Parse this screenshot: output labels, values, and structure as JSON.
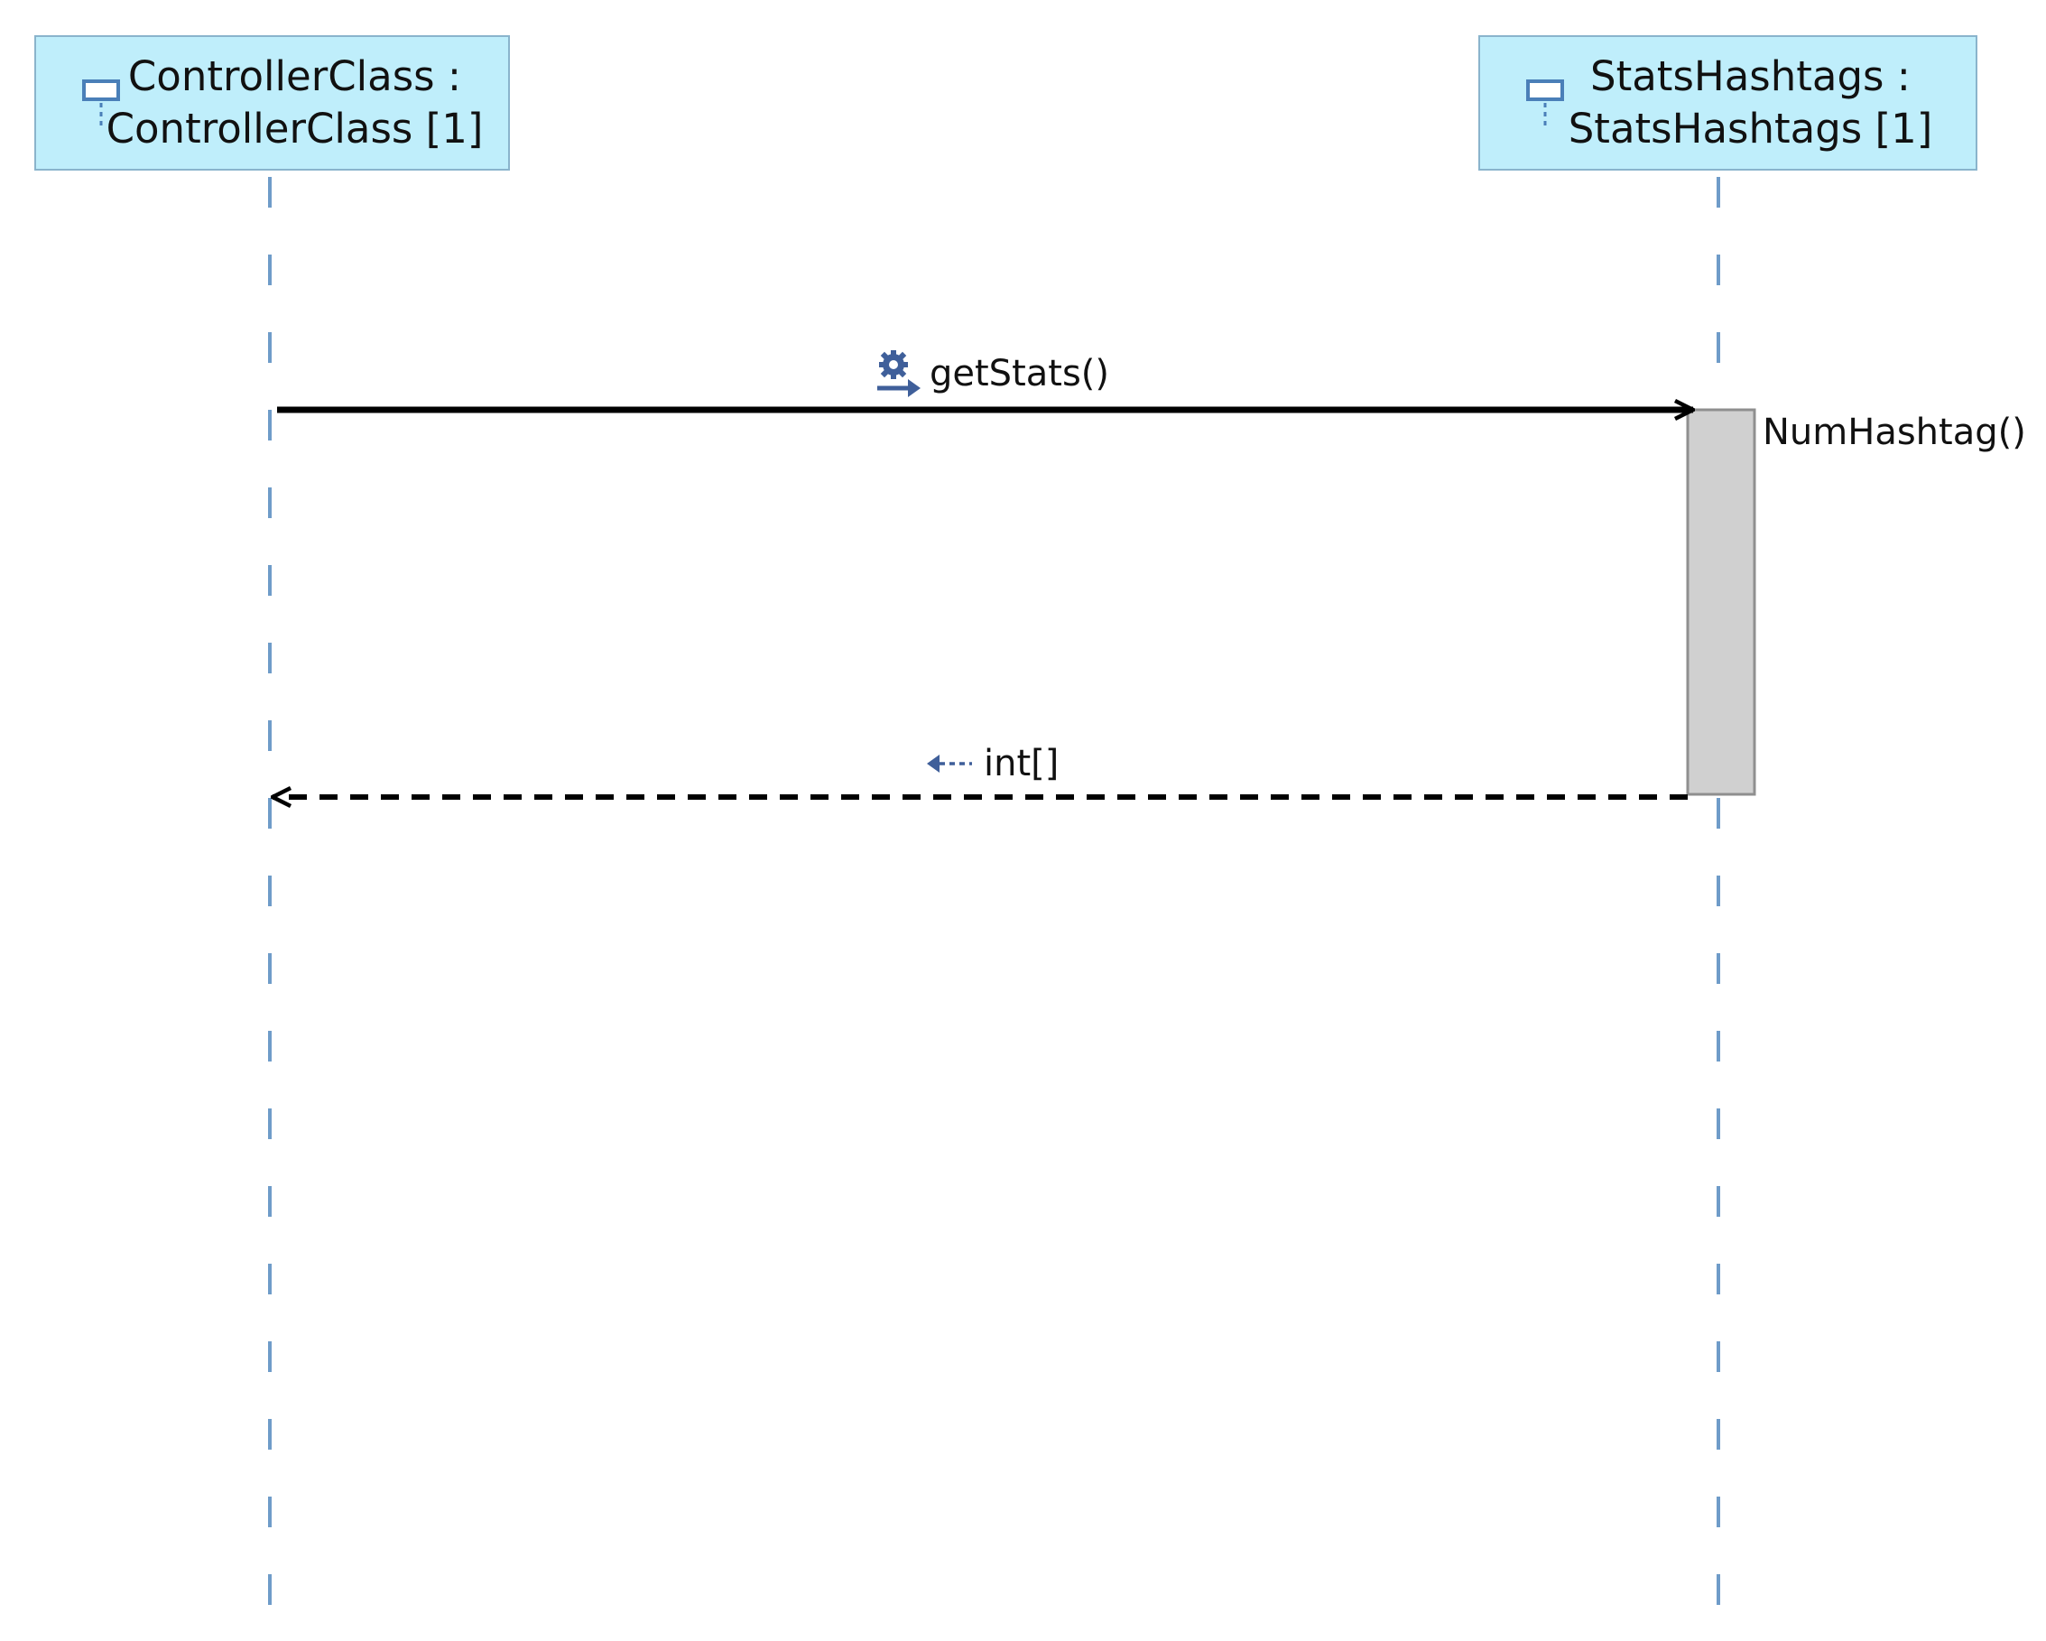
{
  "lifelines": [
    {
      "id": "controller",
      "line1": "ControllerClass :",
      "line2": "ControllerClass [1]",
      "icon": "lifeline-icon"
    },
    {
      "id": "stats",
      "line1": "StatsHashtags :",
      "line2": "StatsHashtags [1]",
      "icon": "lifeline-icon"
    }
  ],
  "messages": {
    "call": {
      "label": "getStats()",
      "icon": "operation-call-icon",
      "from": "controller",
      "to": "stats",
      "style": "solid"
    },
    "return": {
      "label": "int[]",
      "icon": "return-arrow-icon",
      "from": "stats",
      "to": "controller",
      "style": "dashed"
    }
  },
  "activation": {
    "lifeline": "stats",
    "label": "NumHashtag()"
  },
  "colors": {
    "lifeline_header_bg": "#bfeefb",
    "lifeline_header_border": "#8ab4cc",
    "lifeline_dash": "#6f9cc9",
    "activation_fill": "#d0d0d0",
    "activation_border": "#8f8f8f",
    "message_line": "#000000",
    "icon_blue": "#3f5f9a"
  }
}
